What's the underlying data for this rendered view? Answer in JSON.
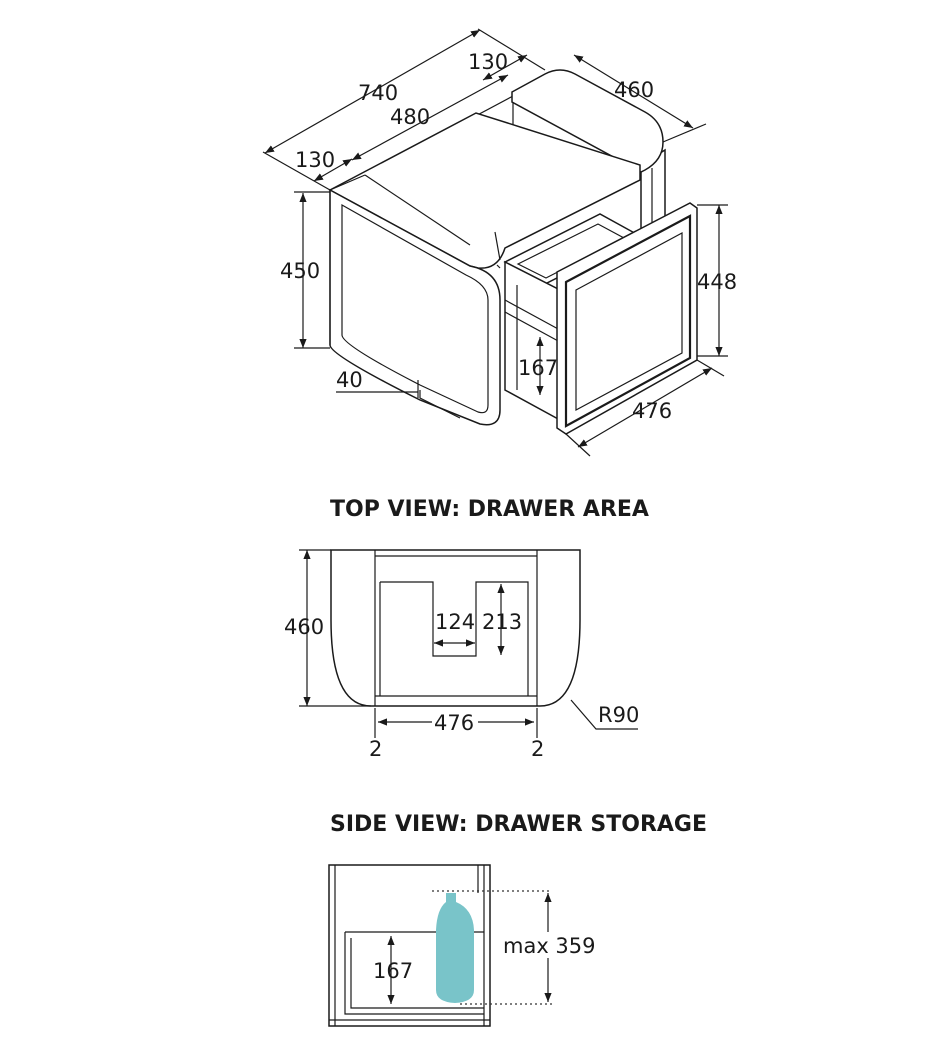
{
  "iso": {
    "overall_width": "740",
    "inner_width": "480",
    "left_panel": "130",
    "right_panel": "130",
    "depth": "460",
    "height": "450",
    "drawer_front_height": "448",
    "drawer_width": "476",
    "drawer_inner": "167",
    "plinth": "40"
  },
  "top_view": {
    "heading": "TOP VIEW: DRAWER AREA",
    "depth": "460",
    "cutout_width": "124",
    "cutout_depth": "213",
    "drawer_width": "476",
    "gap_left": "2",
    "gap_right": "2",
    "radius": "R90"
  },
  "side_view": {
    "heading": "SIDE VIEW: DRAWER STORAGE",
    "drawer_inner": "167",
    "max_height": "max 359",
    "bottle_color": "#79c4c9"
  }
}
